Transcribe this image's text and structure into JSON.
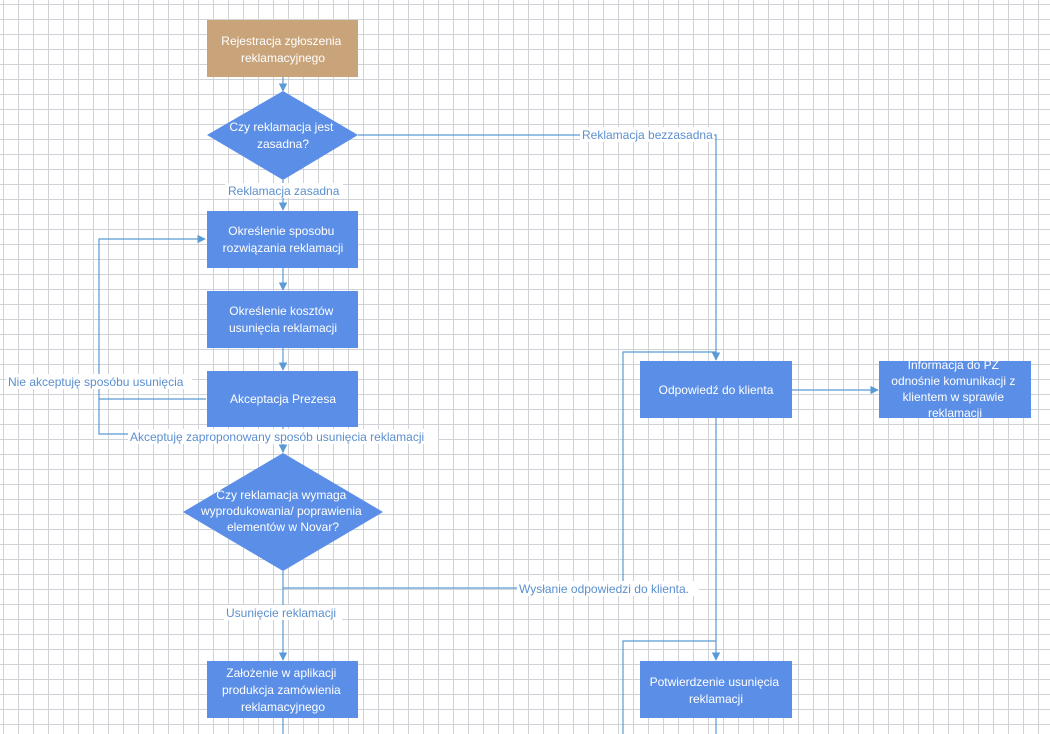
{
  "colors": {
    "process": "#5b8ee6",
    "start": "#c9a47a",
    "connector": "#5b9bd5",
    "label": "#5b8fcf",
    "grid": "#cfd3d8"
  },
  "nodes": {
    "start": [
      "Rejestracja zgłoszenia",
      "reklamacyjnego"
    ],
    "decision_valid": [
      "Czy reklamacja jest",
      "zasadna?"
    ],
    "determine_method": [
      "Określenie sposobu",
      "rozwiązania reklamacji"
    ],
    "determine_costs": [
      "Określenie kosztów",
      "usunięcia reklamacji"
    ],
    "ceo_acceptance": [
      "Akceptacja Prezesa"
    ],
    "decision_production": [
      "Czy reklamacja wymaga",
      "wyprodukowania/ poprawienia",
      "elementów w Novar?"
    ],
    "create_order": [
      "Założenie w aplikacji",
      "produkcja zamówienia",
      "reklamacyjnego"
    ],
    "client_response": [
      "Odpowiedź do klienta"
    ],
    "info_pz": [
      "Informacja do PZ",
      "odnośnie komunikacji z",
      "klientem w sprawie",
      "reklamacji"
    ],
    "confirm_removal": [
      "Potwierdzenie usunięcia",
      "reklamacji"
    ]
  },
  "edges": {
    "invalid": "Reklamacja bezzasadna",
    "valid": "Reklamacja zasadna",
    "not_accept": "Nie akceptuję sposóbu usunięcia",
    "accept": "Akceptuję zaproponowany sposób usunięcia reklamacji",
    "send_response": "Wysłanie odpowiedzi do klienta.",
    "removal": "Usunięcie reklamacji"
  }
}
